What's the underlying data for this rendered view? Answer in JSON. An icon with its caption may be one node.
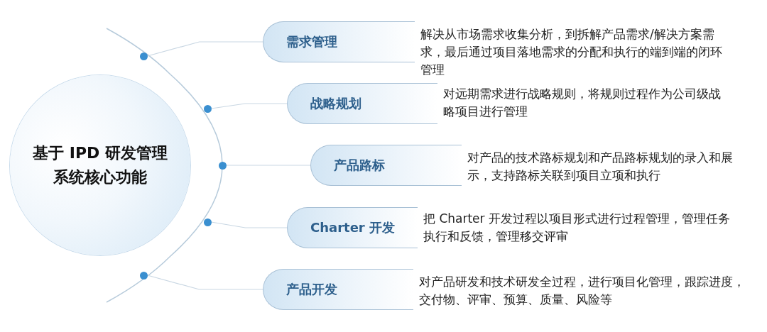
{
  "diagram": {
    "nodes": [
      {
        "text": [
          "基于 IPD 研发管理系统核心功能"
        ]
      },
      {
        "text": [
          "需求管理"
        ],
        "beside": [
          "解决从市场需求收集分析，到拆解产品需求/解决方案需求，最后通过项目落地需求的分配和执行的端到端的闭环管理"
        ]
      },
      {
        "text": [
          "战略规划"
        ],
        "beside": [
          "对远期需求进行战略规则，将规则过程作为公司级战略项目进行管理"
        ]
      },
      {
        "text": [
          "产品路标"
        ],
        "beside": [
          "对产品的技术路标规划和产品路标规划的录入和展示，支持路标关联到项目立项和执行"
        ]
      },
      {
        "text": [
          "Charter 开发"
        ],
        "beside": [
          "把 Charter 开发过程以项目形式进行过程管理，管理任务执行和反馈，管理移交评审"
        ]
      },
      {
        "text": [
          "产品开发"
        ],
        "beside": [
          "对产品研发和技术研发全过程，进行项目化管理，跟踪进度，交付物、评审、预算、质量、风险等"
        ]
      },
      {
        "text": [],
        "shape": "circle"
      },
      {
        "text": [],
        "shape": "circle"
      },
      {
        "text": [],
        "shape": "circle"
      },
      {
        "text": [],
        "shape": "circle"
      },
      {
        "text": [],
        "shape": "circle"
      }
    ],
    "edges": [
      {
        "from": 6,
        "to": 1,
        "arrow": "none"
      },
      {
        "from": 7,
        "to": 2,
        "arrow": "none"
      },
      {
        "from": 8,
        "to": 3,
        "arrow": "none"
      },
      {
        "from": 9,
        "to": 4,
        "arrow": "none"
      },
      {
        "from": 10,
        "to": 5,
        "arrow": "none"
      }
    ]
  }
}
